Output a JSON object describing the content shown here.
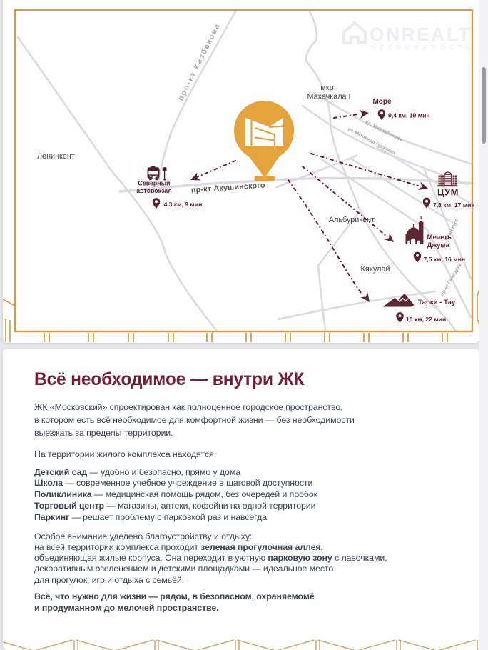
{
  "watermark": {
    "brand": "ONREALT",
    "subtitle": "НЕДВИЖИМОСТЬ"
  },
  "map": {
    "places": {
      "leninkent": "Ленинкент",
      "mkr_line1": "мкр.",
      "mkr_line2": "Махачкала I",
      "alburikent": "Альбурикент",
      "kyakhulai": "Кяхулай"
    },
    "streets": {
      "kazbekova": "про-кт Казбекова",
      "akushinskogo": "пр-кт Акушинского",
      "mirzabekova": "ул. Мирзабекова",
      "gadzhieva": "ул. Магомеда Гаджиева",
      "yaragskogo": "ул. Ярагского",
      "gamidova": "пр-кт Гамидова"
    },
    "pois": {
      "bus": {
        "name_line1": "Северный",
        "name_line2": "автовокзал",
        "distance": "4,3 км, 9 мин"
      },
      "sea": {
        "name": "Море",
        "distance": "9,4 км, 19 мин"
      },
      "tsum": {
        "name": "ЦУМ",
        "distance": "7,8 км, 17 мин"
      },
      "mosque": {
        "name_line1": "Мечеть",
        "name_line2": "Джума",
        "distance": "7,5 км, 16 мин"
      },
      "tarki": {
        "name": "Тарки - Тау",
        "distance": "10 км, 22 мин"
      }
    }
  },
  "article": {
    "title": "Всё необходимое — внутри ЖК",
    "p1": [
      [
        [
          "ЖК «Московский» спроектирован как полноценное городское пространство,",
          0
        ]
      ],
      [
        [
          "в котором есть всё необходимое для комфортной жизни — без необходимости",
          0
        ]
      ],
      [
        [
          "выезжать за пределы территории.",
          0
        ]
      ]
    ],
    "p2": [
      [
        [
          "На территории жилого комплекса находятся:",
          0
        ]
      ]
    ],
    "list": [
      [
        [
          "Детский сад",
          1
        ],
        [
          " — удобно и безопасно, прямо у дома",
          0
        ]
      ],
      [
        [
          "Школа",
          1
        ],
        [
          " — современное учебное учреждение в шаговой доступности",
          0
        ]
      ],
      [
        [
          "Поликлиника",
          1
        ],
        [
          " — медицинская помощь рядом, без очередей и пробок",
          0
        ]
      ],
      [
        [
          "Торговый центр",
          1
        ],
        [
          " — магазины, аптеки, кофейни на одной территории",
          0
        ]
      ],
      [
        [
          "Паркинг",
          1
        ],
        [
          " — решает проблему с парковкой раз и навсегда",
          0
        ]
      ]
    ],
    "p3": [
      [
        [
          "Особое внимание уделено благоустройству и отдыху:",
          0
        ]
      ],
      [
        [
          "на всей территории комплекса проходит ",
          0
        ],
        [
          "зеленая прогулочная аллея,",
          1
        ]
      ],
      [
        [
          "объединяющая жилые корпуса. Она переходит в уютную ",
          0
        ],
        [
          "парковую зону",
          1
        ],
        [
          " с лавочками,",
          0
        ]
      ],
      [
        [
          "декоративным озеленением и детскими площадками — идеальное место",
          0
        ]
      ],
      [
        [
          "для прогулок, игр и отдыха с семьёй.",
          0
        ]
      ]
    ],
    "p4": [
      [
        [
          "Всё, что нужно для жизни — рядом, в безопасном, охраняемомё",
          1
        ]
      ],
      [
        [
          "и продуманном до мелочей пространстве.",
          1
        ]
      ]
    ]
  },
  "colors": {
    "gold_frame": "#d89b41",
    "gold_light": "#c9ab70",
    "pin_orange": "#e5a33d",
    "maroon": "#5e2231",
    "road": "#dbdbdf"
  }
}
